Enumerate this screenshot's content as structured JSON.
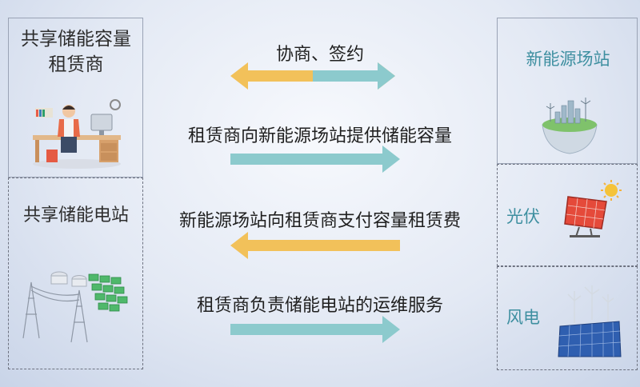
{
  "left": {
    "lessor": {
      "label": "共享储能容量租赁商",
      "icon": "office-worker-icon"
    },
    "station": {
      "label": "共享储能电站",
      "icon": "storage-station-icon"
    }
  },
  "right": {
    "new_energy": {
      "label": "新能源场站",
      "icon": "green-city-globe-icon"
    },
    "pv": {
      "label": "光伏",
      "icon": "solar-panel-icon"
    },
    "wind": {
      "label": "风电",
      "icon": "wind-turbine-icon"
    }
  },
  "flows": [
    {
      "text": "协商、签约",
      "direction": "both",
      "color": "#f2c15a"
    },
    {
      "text": "租赁商向新能源场站提供储能容量",
      "direction": "right",
      "color": "#8ccacd"
    },
    {
      "text": "新能源场站向租赁商支付容量租赁费",
      "direction": "left",
      "color": "#f2c15a"
    },
    {
      "text": "租赁商负责储能电站的运维服务",
      "direction": "right",
      "color": "#8ccacd"
    }
  ]
}
